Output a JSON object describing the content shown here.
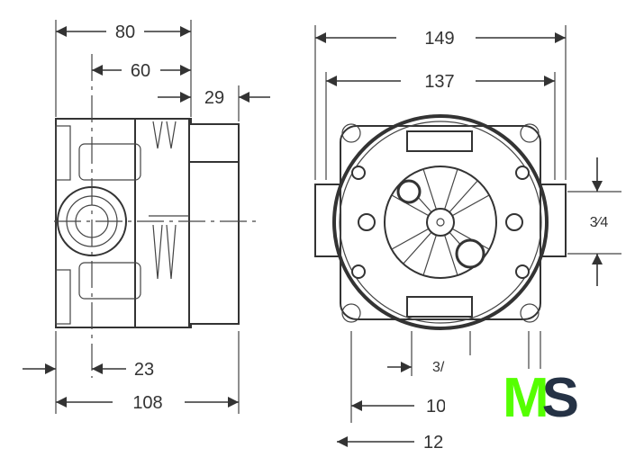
{
  "drawing": {
    "side_view": {
      "dimensions": {
        "d80": "80",
        "d60": "60",
        "d29": "29",
        "d23": "23",
        "d108": "108"
      }
    },
    "front_view": {
      "dimensions": {
        "d149": "149",
        "d137": "137",
        "d34": "3⁄4",
        "d34_bottom": "3/",
        "d10": "10",
        "d12": "12"
      }
    }
  },
  "logo": {
    "text_m": "M",
    "text_s": "S",
    "color_m": "#55ff00",
    "color_s": "#253245"
  }
}
